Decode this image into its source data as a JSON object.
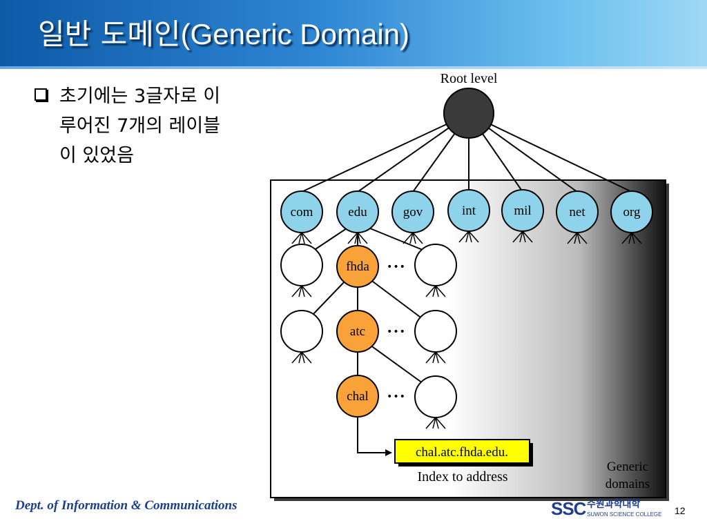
{
  "slide": {
    "title_korean": "일반 도메인",
    "title_english": "(Generic Domain)",
    "bullet_text": "초기에는 3글자로 이루어진 7개의 레이블이 있었음",
    "page_number": "12"
  },
  "diagram": {
    "root_label": "Root level",
    "domains": [
      "com",
      "edu",
      "gov",
      "int",
      "mil",
      "net",
      "org"
    ],
    "highlighted_chain": [
      "fhda",
      "atc",
      "chal"
    ],
    "ellipsis": "•••",
    "address_box": "chal.atc.fhda.edu.",
    "index_label": "Index to address",
    "generic_label_line1": "Generic",
    "generic_label_line2": "domains",
    "colors": {
      "domain_fill": "#8ed3ea",
      "highlight_fill": "#f9a23a",
      "root_fill": "#3a3a3a",
      "address_fill": "#ffff00"
    }
  },
  "footer": {
    "department": "Dept. of  Information & Communications",
    "logo_mark": "SSC",
    "logo_korean": "수원과학대학",
    "logo_english": "SUWON SCIENCE COLLEGE"
  }
}
